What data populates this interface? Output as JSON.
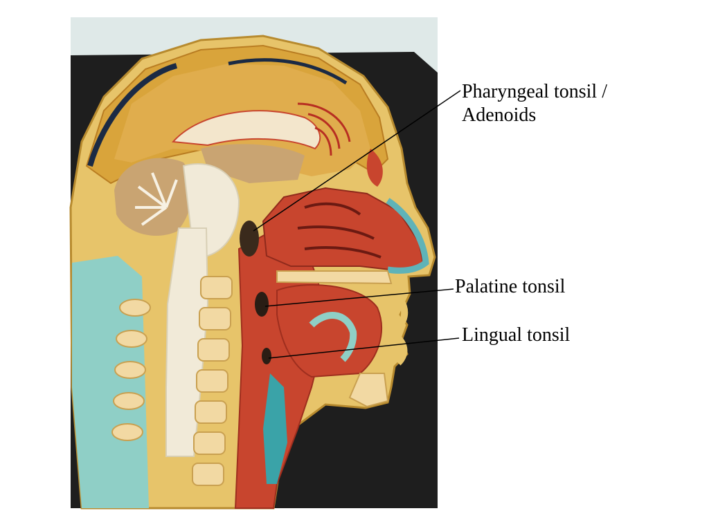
{
  "labels": {
    "pharyngeal_line1": "Pharyngeal tonsil /",
    "pharyngeal_line2": "Adenoids",
    "palatine": "Palatine tonsil",
    "lingual": "Lingual tonsil"
  },
  "colors": {
    "background": "#ffffff",
    "board": "#1e1e1e",
    "bone_yellow": "#e7c46a",
    "brain_tan": "#c9a472",
    "muscle_red": "#c8452e",
    "cartilage_teal": "#8fcfc6",
    "spinal_cream": "#f1ead8",
    "leader_line": "#000000"
  }
}
